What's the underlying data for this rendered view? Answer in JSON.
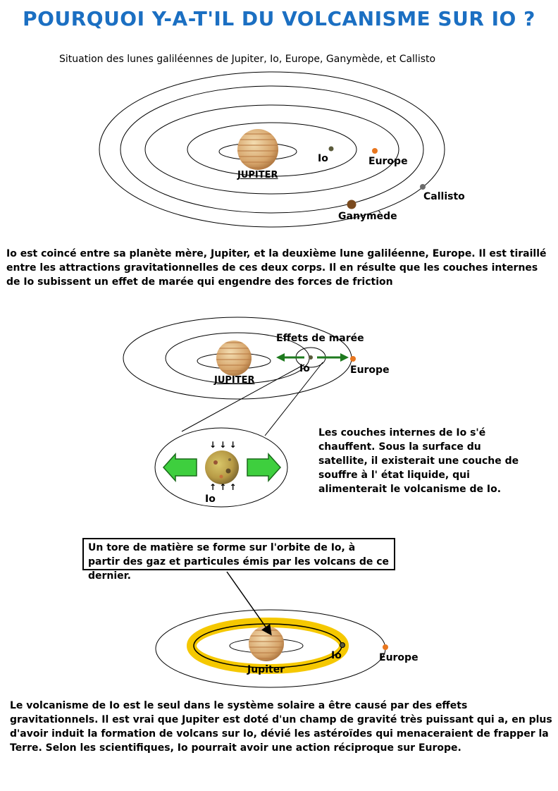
{
  "title": "POURQUOI Y-A-T'IL DU VOLCANISME SUR IO ?",
  "diagram1": {
    "caption": "Situation des lunes galiléennes de Jupiter, Io, Europe, Ganymède, et Callisto",
    "jupiter_label": "JUPITER",
    "io_label": "Io",
    "europe_label": "Europe",
    "ganymede_label": "Ganymède",
    "callisto_label": "Callisto"
  },
  "paragraph1": "Io est coincé entre sa planète mère, Jupiter, et la deuxième lune galiléenne, Europe. Il est tiraillé entre les attractions gravitationnelles de ces deux corps. Il en résulte que les couches internes de Io subissent un effet de marée qui engendre des forces de friction",
  "diagram2": {
    "tidal_label": "Effets de marée",
    "io_label": "Io",
    "europe_label": "Europe",
    "jupiter_label": "JUPITER",
    "zoom_io_label": "Io",
    "arrows_top": "↓ ↓ ↓",
    "arrows_bottom": "↑ ↑ ↑"
  },
  "paragraph2": "Les couches internes de Io s'é chauffent. Sous la surface du satellite, il existerait une couche de souffre à l' état liquide, qui alimenterait le volcanisme de Io.",
  "diagram3": {
    "box_text": "Un tore de matière se forme sur l'orbite de Io, à partir des gaz et particules émis par les volcans de ce dernier.",
    "jupiter_label": "Jupiter",
    "io_label": "Io",
    "europe_label": "Europe"
  },
  "paragraph3": "Le volcanisme de Io est le seul dans le système solaire a être causé par des effets gravitationnels. Il est vrai que Jupiter est doté d'un champ de gravité très puissant qui a, en plus d'avoir induit la formation de volcans sur Io, dévié les astéroïdes qui menaceraient de frapper la Terre. Selon les scientifiques, Io pourrait avoir une action réciproque sur Europe.",
  "colors": {
    "title": "#1b6fc2",
    "europe": "#e8761e",
    "ganymede": "#7a4a1e",
    "callisto": "#6b6b6b",
    "io": "#5a5a3a",
    "tidal_arrow": "#1e7a1e",
    "zoom_arrow": "#3ecf3e",
    "torus": "#f5c800"
  }
}
